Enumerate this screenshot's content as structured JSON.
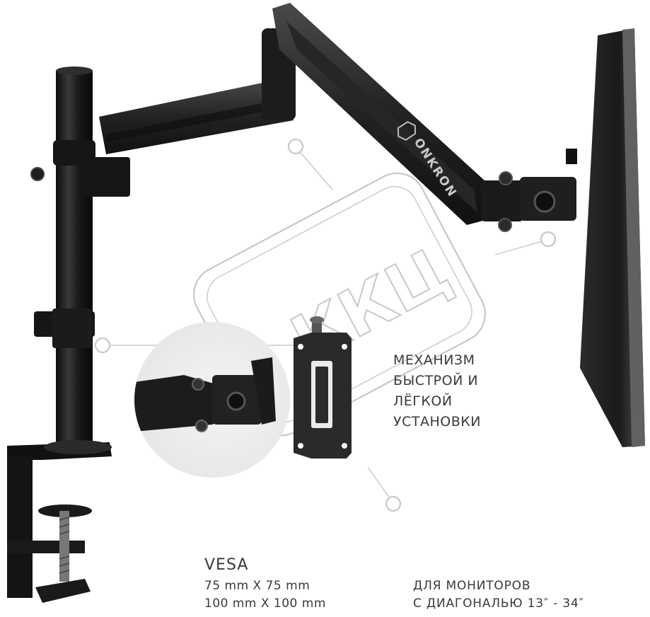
{
  "brand": {
    "logo_text": "ONKRON"
  },
  "watermark": {
    "text": "ККЦ"
  },
  "feature_caption": {
    "line1": "МЕХАНИЗМ",
    "line2": "БЫСТРОЙ И",
    "line3": "ЛЁГКОЙ",
    "line4": "УСТАНОВКИ"
  },
  "vesa": {
    "title": "VESA",
    "size_small": "75 mm X 75 mm",
    "size_large": "100 mm X 100 mm"
  },
  "compatibility": {
    "line1": "ДЛЯ МОНИТОРОВ",
    "line2": "С ДИАГОНАЛЬЮ 13″ - 34″"
  },
  "colors": {
    "metal": "#1c1c1c",
    "metal_highlight": "#4a4a4a",
    "watermark": "#c8c8c8",
    "inset_bg": "#ececec",
    "text": "#3a3a3a"
  }
}
